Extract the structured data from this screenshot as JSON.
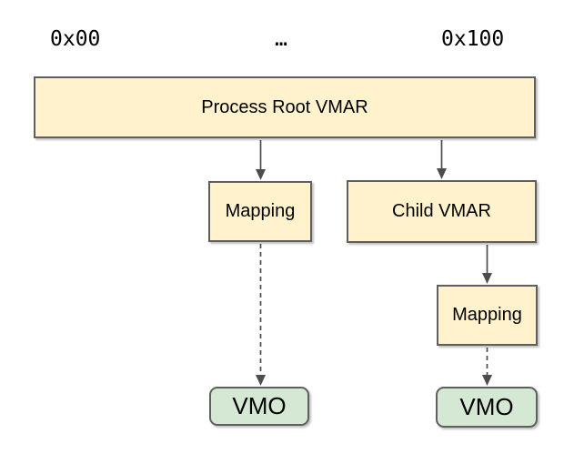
{
  "address_labels": {
    "start": "0x00",
    "middle": "…",
    "end": "0x100"
  },
  "nodes": {
    "process_root_vmar": {
      "label": "Process Root VMAR",
      "fill": "#FFF2CC"
    },
    "mapping_left": {
      "label": "Mapping",
      "fill": "#FFF2CC"
    },
    "child_vmar": {
      "label": "Child VMAR",
      "fill": "#FFF2CC"
    },
    "mapping_right": {
      "label": "Mapping",
      "fill": "#FFF2CC"
    },
    "vmo_left": {
      "label": "VMO",
      "fill": "#D5E8D4"
    },
    "vmo_right": {
      "label": "VMO",
      "fill": "#D5E8D4"
    }
  },
  "edges": [
    {
      "from": "process_root_vmar",
      "to": "mapping_left",
      "style": "solid"
    },
    {
      "from": "process_root_vmar",
      "to": "child_vmar",
      "style": "solid"
    },
    {
      "from": "mapping_left",
      "to": "vmo_left",
      "style": "dashed"
    },
    {
      "from": "child_vmar",
      "to": "mapping_right",
      "style": "solid"
    },
    {
      "from": "mapping_right",
      "to": "vmo_right",
      "style": "dashed"
    }
  ],
  "colors": {
    "yellow_fill": "#FFF2CC",
    "green_fill": "#D5E8D4",
    "node_border": "#5F5F5F",
    "arrow": "#4D4D4D",
    "text": "#000000",
    "background": "#FFFFFF"
  }
}
